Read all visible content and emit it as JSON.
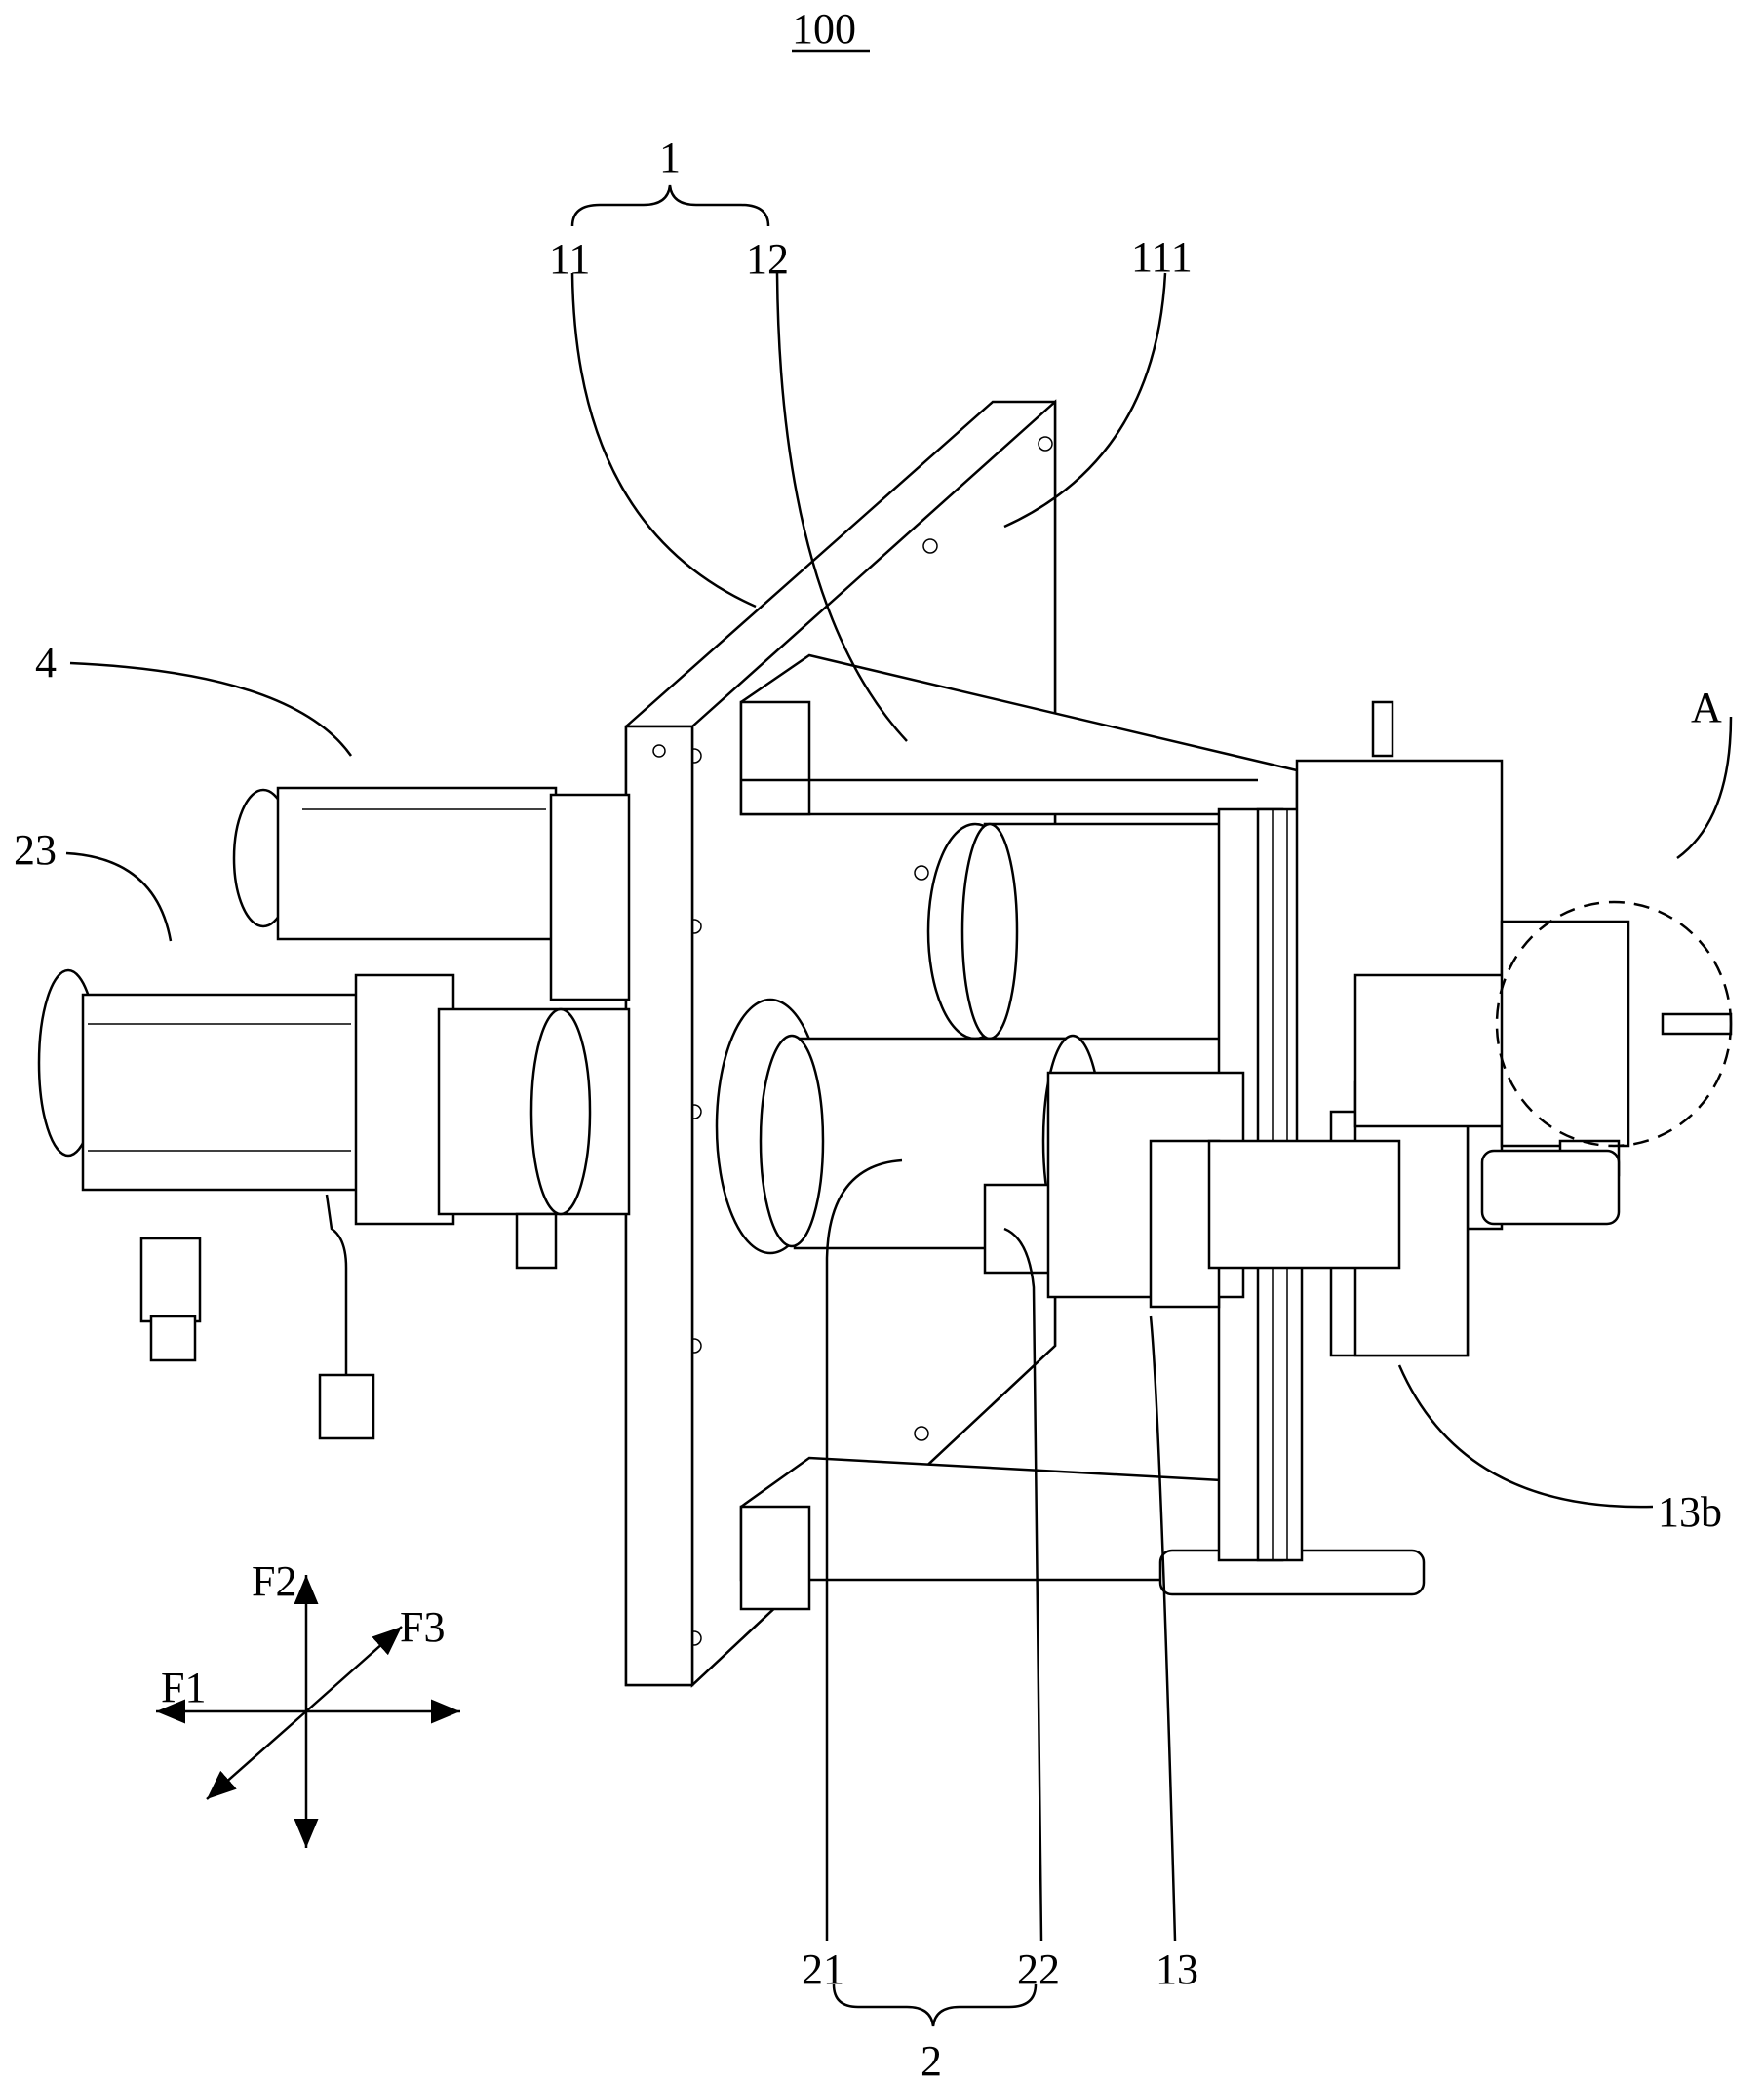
{
  "figure": {
    "title": "100",
    "labels": {
      "assembly_1": "1",
      "part_11": "11",
      "part_12": "12",
      "part_111": "111",
      "part_4": "4",
      "part_23": "23",
      "detail_A": "A",
      "part_13b": "13b",
      "part_21": "21",
      "part_22": "22",
      "part_13": "13",
      "assembly_2": "2"
    },
    "axes": {
      "f1": "F1",
      "f2": "F2",
      "f3": "F3"
    }
  }
}
